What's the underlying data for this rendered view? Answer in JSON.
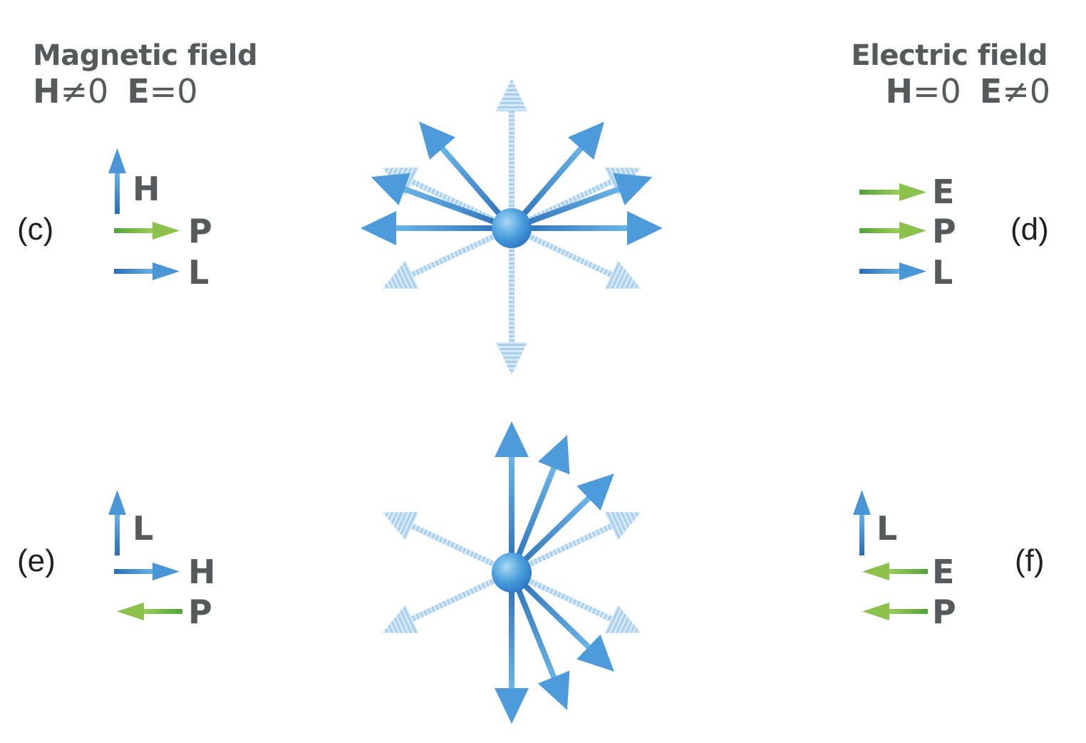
{
  "left_header": {
    "title": "Magnetic field",
    "eq1_sym": "H",
    "eq1_rel": "≠0",
    "eq2_sym": "E",
    "eq2_rel": "=0"
  },
  "right_header": {
    "title": "Electric field",
    "eq1_sym": "H",
    "eq1_rel": "=0",
    "eq2_sym": "E",
    "eq2_rel": "≠0"
  },
  "panels": {
    "c": {
      "label": "(c)",
      "vectors": [
        {
          "name": "H",
          "direction": "up",
          "color": "blue"
        },
        {
          "name": "P",
          "direction": "right",
          "color": "green"
        },
        {
          "name": "L",
          "direction": "right",
          "color": "blue"
        }
      ]
    },
    "d": {
      "label": "(d)",
      "vectors": [
        {
          "name": "E",
          "direction": "right",
          "color": "green"
        },
        {
          "name": "P",
          "direction": "right",
          "color": "green"
        },
        {
          "name": "L",
          "direction": "right",
          "color": "blue"
        }
      ]
    },
    "e": {
      "label": "(e)",
      "vectors": [
        {
          "name": "L",
          "direction": "up",
          "color": "blue"
        },
        {
          "name": "H",
          "direction": "right",
          "color": "blue"
        },
        {
          "name": "P",
          "direction": "left",
          "color": "green"
        }
      ]
    },
    "f": {
      "label": "(f)",
      "vectors": [
        {
          "name": "L",
          "direction": "up",
          "color": "blue"
        },
        {
          "name": "E",
          "direction": "left",
          "color": "green"
        },
        {
          "name": "P",
          "direction": "left",
          "color": "green"
        }
      ]
    }
  },
  "colors": {
    "blue_dark": "#2a6db5",
    "blue_light": "#6bb6e8",
    "green_dark": "#4fa33c",
    "green_light": "#a2d05a",
    "faded_blue": "#b9d9f1",
    "text": "#58595b",
    "label": "#231f20"
  },
  "icons": [
    "sphere-icon",
    "arrow-icon"
  ]
}
